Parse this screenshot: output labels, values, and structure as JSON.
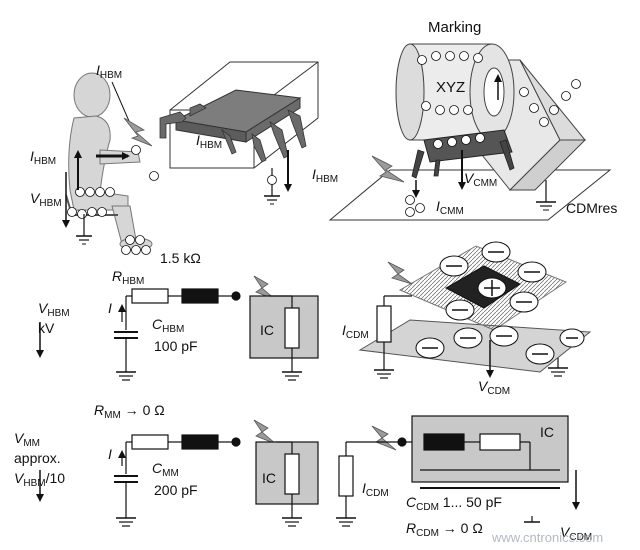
{
  "labels": {
    "ihbm_top": {
      "sym": "I",
      "sub": "HBM"
    },
    "ihbm_body": {
      "sym": "I",
      "sub": "HBM"
    },
    "ihbm_chip": {
      "sym": "I",
      "sub": "HBM"
    },
    "ihbm_ground": {
      "sym": "I",
      "sub": "HBM"
    },
    "vhbm_person": {
      "sym": "V",
      "sub": "HBM"
    },
    "hbm_res_value": "1.5 kΩ",
    "marking": "Marking",
    "xyz": "XYZ",
    "vcmm": {
      "sym": "V",
      "sub": "CMM"
    },
    "icmm": {
      "sym": "I",
      "sub": "CMM"
    },
    "cdmres": "CDMres",
    "rhbm": {
      "sym": "R",
      "sub": "HBM"
    },
    "vhbm_circuit": {
      "sym": "V",
      "sub": "HBM"
    },
    "kv": "kV",
    "i_hbm_circuit": "I",
    "chbm": {
      "sym": "C",
      "sub": "HBM"
    },
    "chbm_value": "100 pF",
    "ic_hbm": "IC",
    "icdm": {
      "sym": "I",
      "sub": "CDM"
    },
    "vcdm": {
      "sym": "V",
      "sub": "CDM"
    },
    "rmm": {
      "sym": "R",
      "sub": "MM",
      "rest": " → 0 Ω"
    },
    "vmm": {
      "sym": "V",
      "sub": "MM"
    },
    "approx": "approx.",
    "vhbm10": {
      "sym": "V",
      "sub": "HBM",
      "rest": "/10"
    },
    "i_mm_circuit": "I",
    "cmm": {
      "sym": "C",
      "sub": "MM"
    },
    "cmm_value": "200 pF",
    "ic_mm": "IC",
    "icdm2": {
      "sym": "I",
      "sub": "CDM"
    },
    "ic_cdm": "IC",
    "ccdm": {
      "sym": "C",
      "sub": "CDM",
      "rest": " 1... 50 pF"
    },
    "rcdm": {
      "sym": "R",
      "sub": "CDM",
      "rest": " → 0 Ω"
    },
    "vcdm2": {
      "sym": "V",
      "sub": "CDM"
    }
  },
  "watermark": "www.cntronics.com",
  "colors": {
    "line": "#111111",
    "chip": "#8a8a8a",
    "chip_dark": "#555555",
    "panel": "#c8c8c8",
    "person": "#d6d6d6",
    "resistor_black": "#111111"
  }
}
